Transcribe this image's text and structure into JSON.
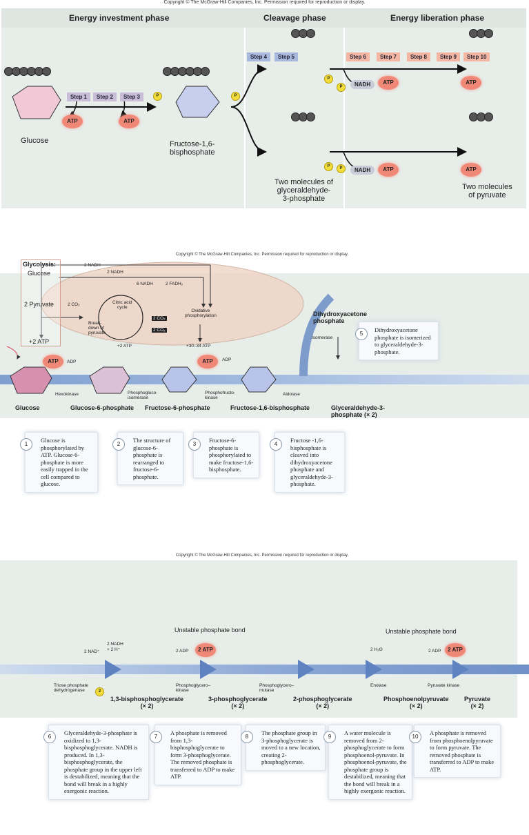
{
  "copyright": "Copyright © The McGraw-Hill Companies, Inc. Permission required for reproduction or display.",
  "panel1": {
    "phases": [
      "Energy investment phase",
      "Cleavage phase",
      "Energy liberation phase"
    ],
    "steps": [
      "Step 1",
      "Step 2",
      "Step 3",
      "Step 4",
      "Step 5",
      "Step 6",
      "Step 7",
      "Step 8",
      "Step 9",
      "Step 10"
    ],
    "atp": "ATP",
    "nadh": "NADH",
    "glucose": "Glucose",
    "fructose": "Fructose-1,6-\nbisphosphate",
    "g3p": "Two molecules of\nglyceraldehyde-\n3-phosphate",
    "pyruvate": "Two molecules\nof pyruvate"
  },
  "panel2": {
    "copyright": "Copyright © The McGraw-Hill Companies, Inc. Permission required for reproduction or display.",
    "inset": {
      "title": "Glycolysis:",
      "glucose": "Glucose",
      "pyruvate": "2 Pyruvate",
      "atp": "+2 ATP",
      "nadh1": "2 NADH",
      "nadh2": "2 NADH",
      "nadh6": "6 NADH",
      "fadh": "2 FADH₂",
      "co2a": "2 CO₂",
      "co2b": "2 CO₂",
      "co2c": "2 CO₂",
      "citric": "Citric acid\ncycle",
      "breakdown": "Break-\ndown of\npyruvate",
      "oxphos": "Oxidative\nphosphorylation",
      "atp2": "+2 ATP",
      "atp34": "+30–34 ATP"
    },
    "labels": {
      "atp": "ATP",
      "adp": "ADP",
      "hexokinase": "Hexokinase",
      "isomerase": "Phosphogluco-\nisomerase",
      "pfk": "Phosphofructo-\nkinase",
      "aldolase": "Aldolase",
      "isom2": "Isomerase",
      "glucose": "Glucose",
      "g6p": "Glucose-6-phosphate",
      "f6p": "Fructose-6-phosphate",
      "f16bp": "Fructose-1,6-bisphosphate",
      "dhap": "Dihydroxyacetone\nphosphate",
      "g3p": "Glyceraldehyde-3-\nphosphate (× 2)"
    },
    "cards": [
      {
        "n": "1",
        "text": "Glucose is phosphorylated by ATP. Glucose-6-phosphate is more easily trapped in the cell compared to glucose."
      },
      {
        "n": "2",
        "text": "The structure of glucose-6-phosphate is rearranged to fructose-6-phosphate."
      },
      {
        "n": "3",
        "text": "Fructose-6-phosphate is phosphorylated to make fructose-1,6-bisphosphate."
      },
      {
        "n": "4",
        "text": "Fructose -1,6-bisphosphate is cleaved into dihydroxyacetone phosphate and glyceraldehyde-3-phosphate."
      },
      {
        "n": "5",
        "text": "Dihydroxyacetone phosphate is isomerized to glyceraldehyde-3-phosphate."
      }
    ]
  },
  "panel3": {
    "copyright": "Copyright © The McGraw-Hill Companies, Inc. Permission required for reproduction or display.",
    "labels": {
      "unstable1": "Unstable phosphate bond",
      "unstable2": "Unstable phosphate bond",
      "nad": "2 NAD⁺",
      "nadh": "2 NADH\n+ 2 H⁺",
      "adp1": "2 ADP",
      "atp1": "2 ATP",
      "adp2": "2 ADP",
      "atp2": "2 ATP",
      "h2o": "2 H₂O",
      "triose": "Triose phosphate\ndehydrogenase",
      "p2": "2",
      "pgk": "Phosphoglycero–\nkinase",
      "pgm": "Phosphoglycero–\nmutase",
      "enolase": "Enolase",
      "pk": "Pyruvate kinase",
      "bpg": "1,3-bisphosphoglycerate\n(× 2)",
      "pg3": "3-phosphoglycerate\n(× 2)",
      "pg2": "2-phosphoglycerate\n(× 2)",
      "pep": "Phosphoenolpyruvate\n(× 2)",
      "pyr": "Pyruvate\n(× 2)"
    },
    "cards": [
      {
        "n": "6",
        "text": "Glyceraldehyde-3-phosphate is oxidized to 1,3-bisphosphoglycerate. NADH is produced. In 1,3-bisphosphoglycerate, the phosphate group in the upper left is destabilized, meaning that the bond will break in a highly exergonic reaction."
      },
      {
        "n": "7",
        "text": "A phosphate is removed from 1,3-bisphosphoglycerate to form 3-phosphoglycerate. The removed phosphate is transferred to ADP to make ATP."
      },
      {
        "n": "8",
        "text": "The phosphate group in 3-phosphoglycerate is moved to a new location, creating 2-phosphoglycerate."
      },
      {
        "n": "9",
        "text": "A water molecule is removed from 2-phosphoglycerate to form phosphoenol-pyruvate. In phosphoenol-pyruvate, the phosphate group is destabilized, meaning that the bond will break in a highly exergonic reaction."
      },
      {
        "n": "10",
        "text": "A phosphate is removed from phosphoenolpyruvate to form pyruvate. The removed phosphate is transferred to ADP to make ATP."
      }
    ]
  }
}
